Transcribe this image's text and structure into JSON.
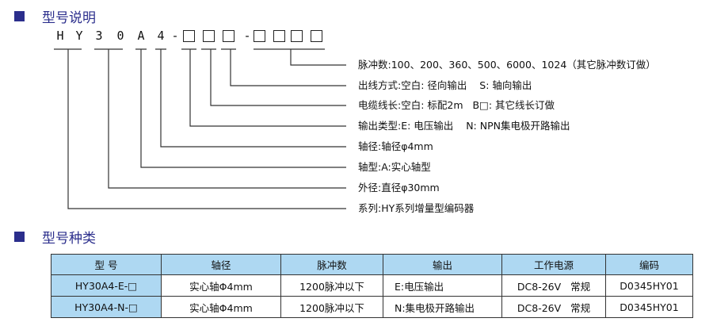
{
  "section1": {
    "title": "型号说明"
  },
  "code": {
    "chars": [
      "H",
      "Y",
      "3",
      "0",
      "A",
      "4"
    ],
    "dash": "-"
  },
  "descriptions": [
    "脉冲数:100、200、360、500、6000、1024（其它脉冲数订做）",
    "出线方式:空白: 径向输出    S: 轴向输出",
    "电缆线长:空白: 标配2m   B□: 其它线长订做",
    "输出类型:E: 电压输出    N: NPN集电极开路输出",
    "轴径:轴径φ4mm",
    "轴型:A:实心轴型",
    "外径:直径φ30mm",
    "系列:HY系列增量型编码器"
  ],
  "section2": {
    "title": "型号种类"
  },
  "table": {
    "headers": [
      "型 号",
      "轴径",
      "脉冲数",
      "输出",
      "工作电源",
      "编码"
    ],
    "rows": [
      [
        "HY30A4-E-□",
        "实心轴Φ4mm",
        "1200脉冲以下",
        "E:电压输出",
        "DC8-26V   常规",
        "D0345HY01"
      ],
      [
        "HY30A4-N-□",
        "实心轴Φ4mm",
        "1200脉冲以下",
        "N:集电极开路输出",
        "DC8-26V   常规",
        "D0345HY01"
      ]
    ]
  }
}
